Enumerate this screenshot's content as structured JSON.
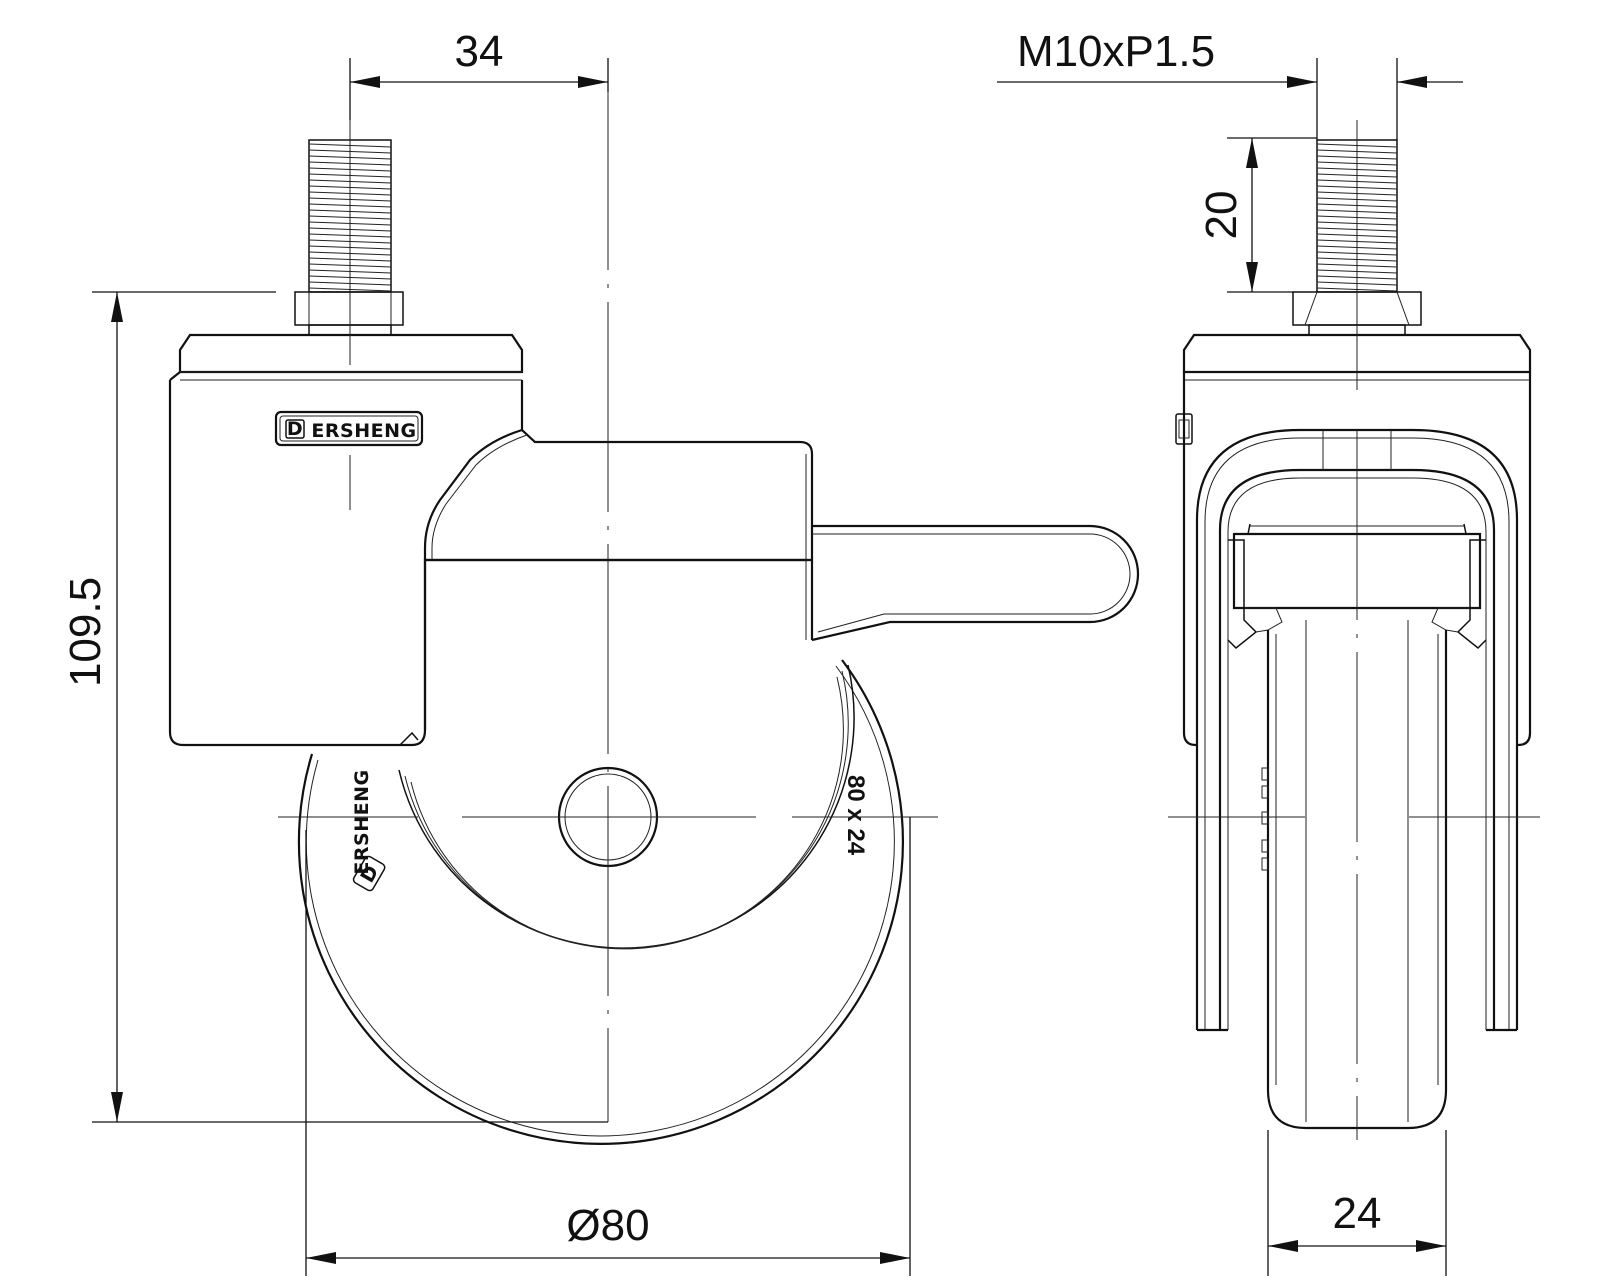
{
  "dimensions": {
    "offset": "34",
    "thread": "M10xP1.5",
    "thread_length": "20",
    "height": "109.5",
    "wheel_diameter": "Ø80",
    "wheel_width": "24"
  },
  "markings": {
    "brand_housing": "ERSHENG",
    "brand_wheel": "ERSHENG",
    "brand_initial": "D",
    "wheel_size": "80 x 24"
  }
}
